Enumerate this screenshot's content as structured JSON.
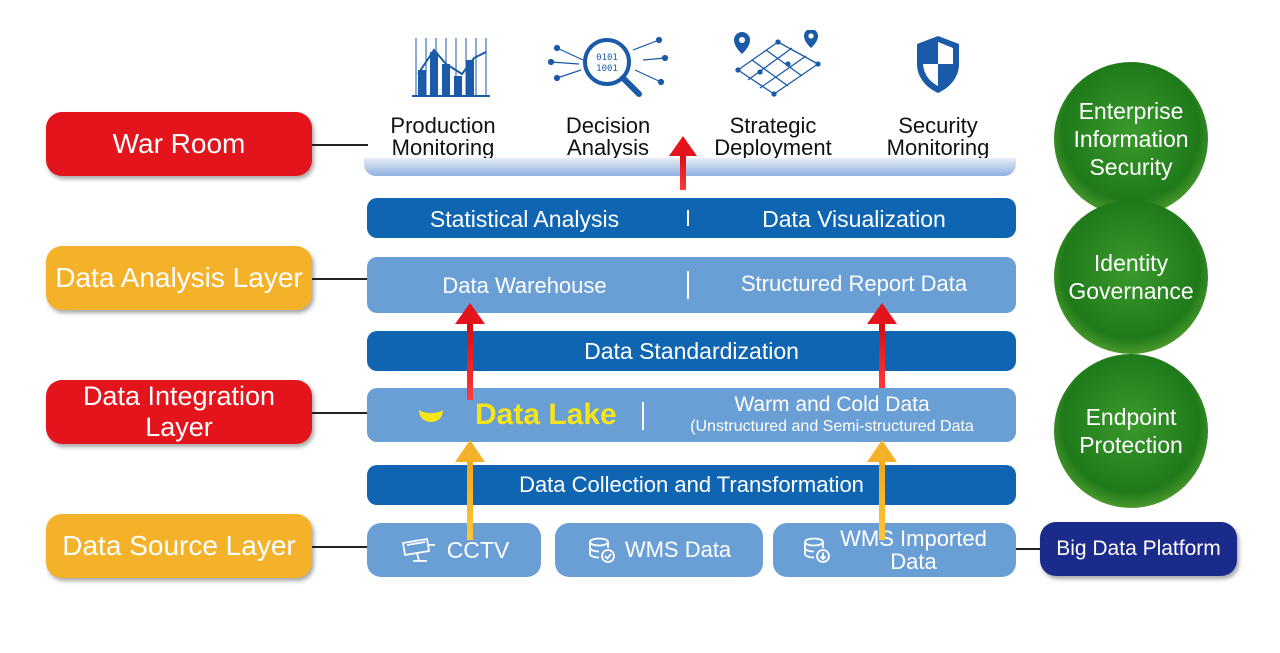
{
  "left_layers": {
    "war_room": "War Room",
    "analysis": "Data Analysis Layer",
    "integration": "Data Integration Layer",
    "source": "Data Source Layer"
  },
  "top_icons": [
    {
      "icon": "bar-chart-icon",
      "line1": "Production",
      "line2": "Monitoring"
    },
    {
      "icon": "magnifier-network-icon",
      "line1": "Decision",
      "line2": "Analysis"
    },
    {
      "icon": "map-grid-icon",
      "line1": "Strategic",
      "line2": "Deployment"
    },
    {
      "icon": "shield-icon",
      "line1": "Security",
      "line2": "Monitoring"
    }
  ],
  "bars": {
    "statistical": "Statistical Analysis",
    "visualization": "Data Visualization",
    "warehouse": "Data Warehouse",
    "structured": "Structured Report Data",
    "standardization": "Data Standardization",
    "data_lake": "Data Lake",
    "warm_cold_1": "Warm and Cold Data",
    "warm_cold_2": "(Unstructured and Semi-structured Data",
    "collection": "Data Collection and Transformation"
  },
  "sources": {
    "cctv": "CCTV",
    "wms": "WMS Data",
    "wms_imported_1": "WMS Imported",
    "wms_imported_2": "Data"
  },
  "big_data": "Big Data Platform",
  "circles": {
    "enterprise": [
      "Enterprise",
      "Information",
      "Security"
    ],
    "identity": [
      "Identity",
      "Governance"
    ],
    "endpoint": [
      "Endpoint",
      "Protection"
    ]
  },
  "colors": {
    "red": "#e3141b",
    "orange": "#f4b22b",
    "dark_blue": "#1065b3",
    "light_blue": "#6a9fd6",
    "navy": "#1b2b8c",
    "green": "#1f7a1a",
    "lake_yellow": "#f7e51a"
  }
}
